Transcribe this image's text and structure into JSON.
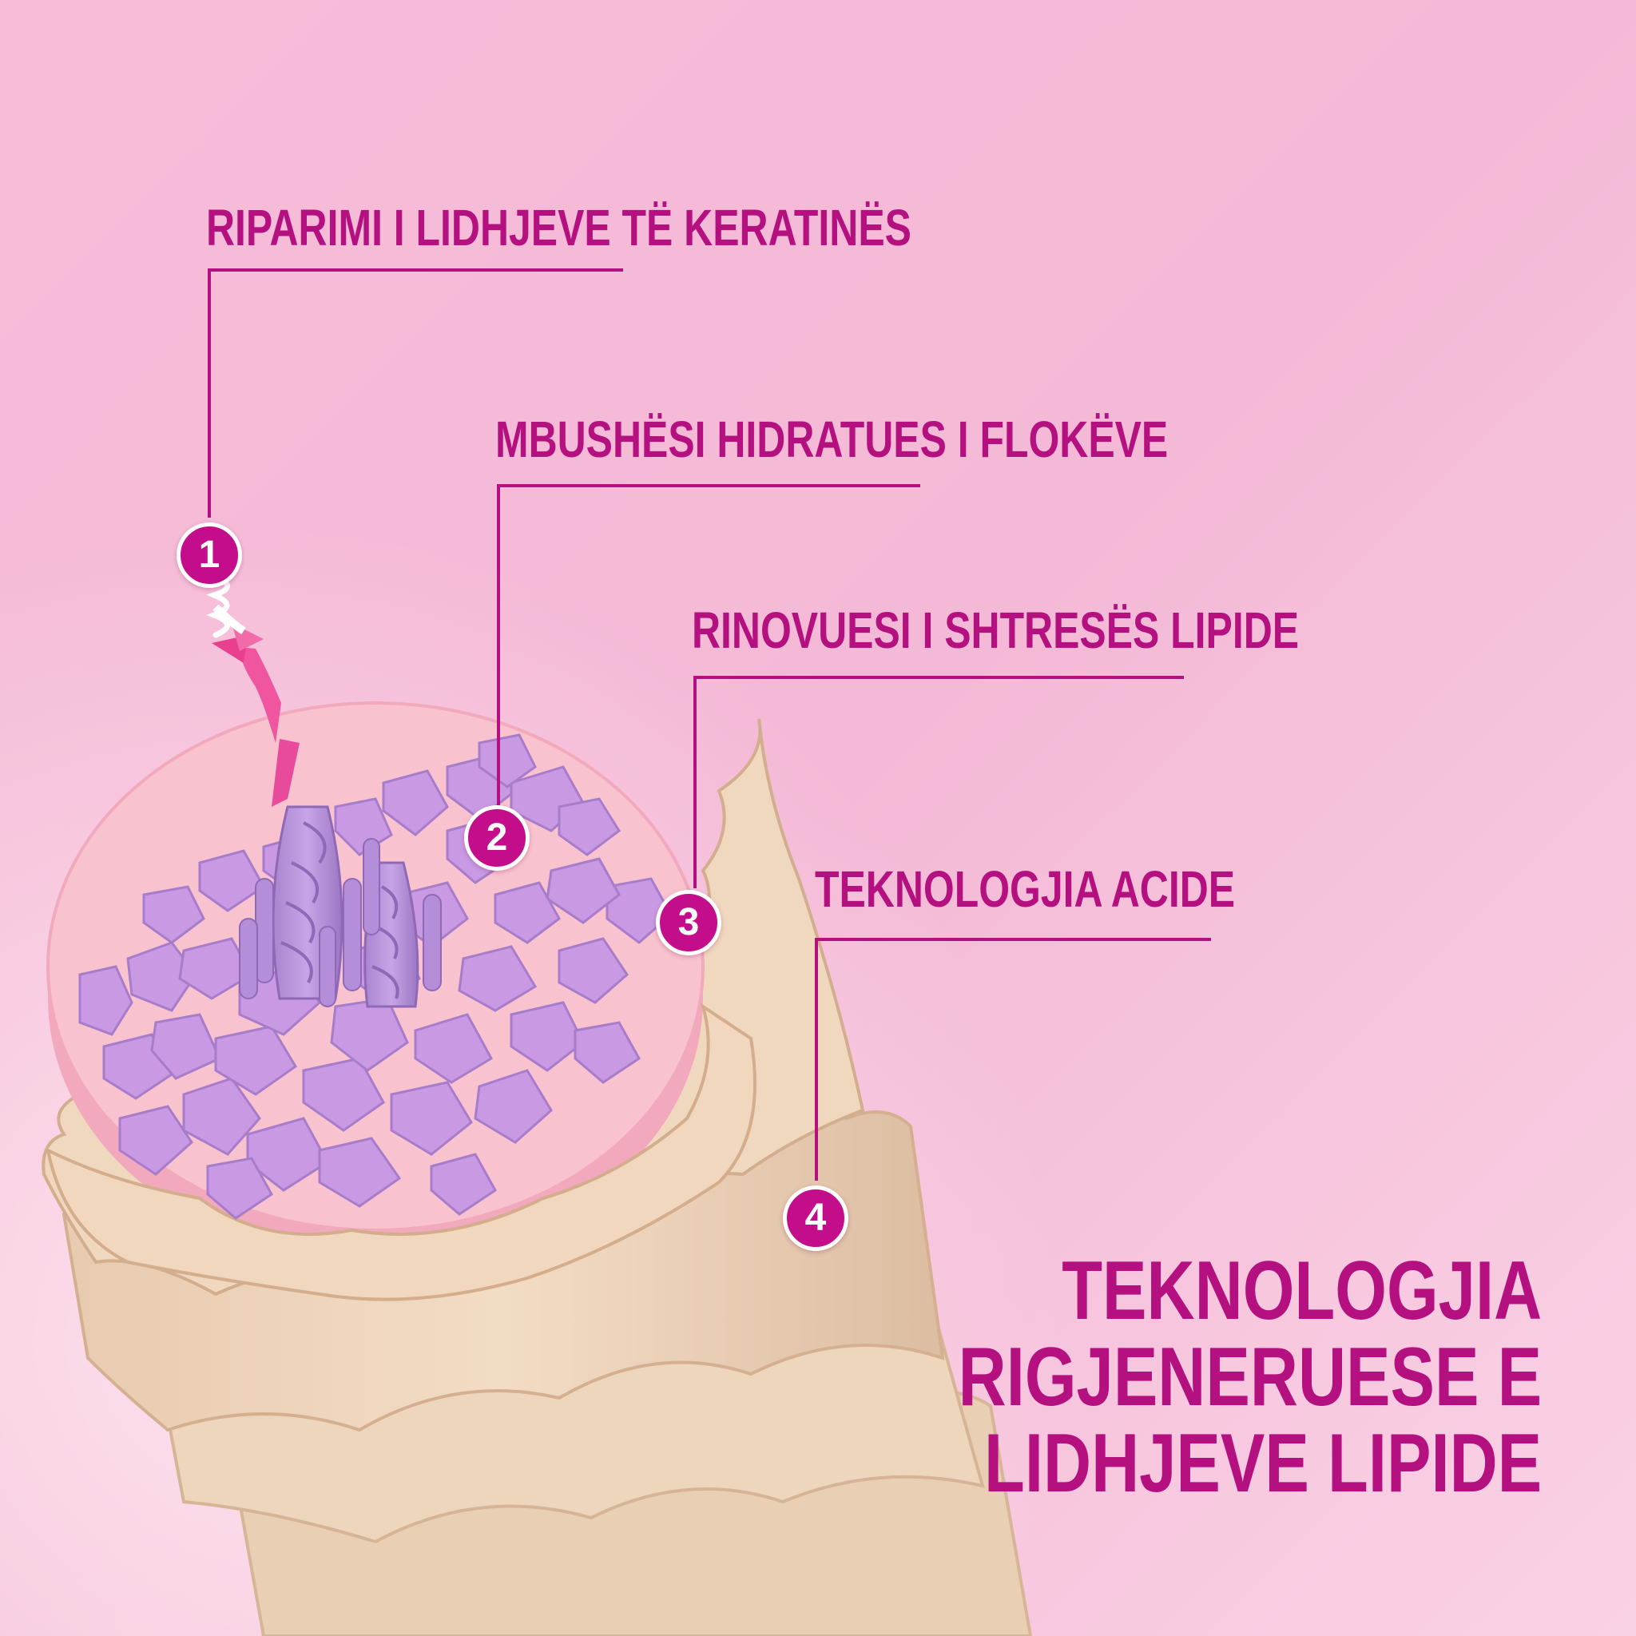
{
  "colors": {
    "accent": "#b5107f",
    "marker_fill": "#c40d8a",
    "background_top": "#f6bdd9",
    "background_bottom": "#fbd3e6",
    "cuticle": "#f0d9bd",
    "cortex_cells": "#c99ae3",
    "cortex_base": "#f7b8c8"
  },
  "callouts": [
    {
      "number": "1",
      "label": "RIPARIMI I LIDHJEVE TË KERATINËS"
    },
    {
      "number": "2",
      "label": "MBUSHËSI HIDRATUES I FLOKËVE"
    },
    {
      "number": "3",
      "label": "RINOVUESI I SHTRESËS LIPIDE"
    },
    {
      "number": "4",
      "label": "TEKNOLOGJIA ACIDE"
    }
  ],
  "headline": {
    "line1": "TEKNOLOGJIA",
    "line2": "RIGJENERUESE E",
    "line3": "LIDHJEVE LIPIDE"
  }
}
